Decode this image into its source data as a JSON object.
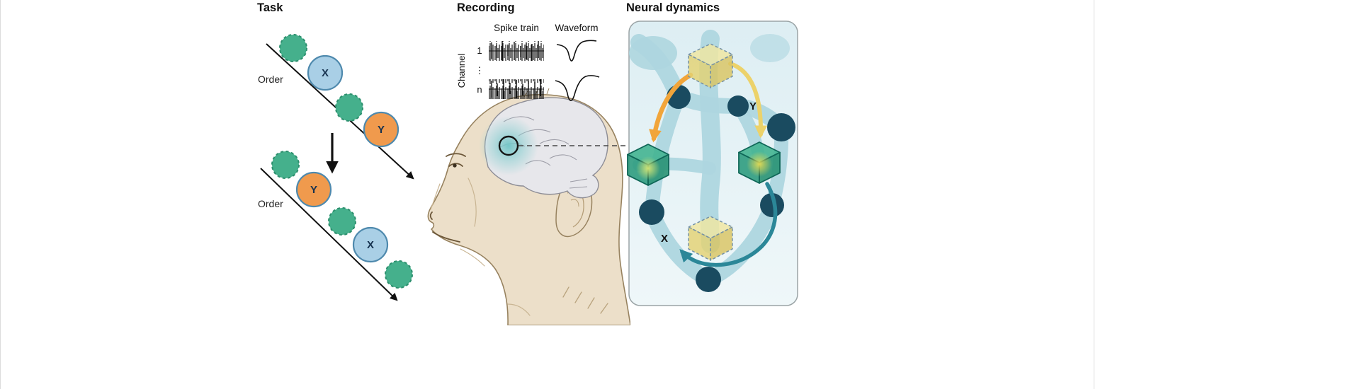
{
  "figure": {
    "panels": {
      "task": {
        "title": "Task",
        "order_label_top": "Order",
        "order_label_bottom": "Order",
        "item_x": "X",
        "item_y": "Y"
      },
      "recording": {
        "title": "Recording",
        "spike_train_label": "Spike train",
        "waveform_label": "Waveform",
        "channel_axis_label": "Channel",
        "channel_first": "1",
        "channel_ellipsis": "⋮",
        "channel_last": "n"
      },
      "neural_dynamics": {
        "title": "Neural dynamics",
        "state_x_label": "X",
        "state_y_label": "Y"
      }
    },
    "colors": {
      "green_item": "#45b08c",
      "green_item_border": "#2c8f6d",
      "blue_item": "#a9cfe6",
      "orange_item": "#f09a4d",
      "item_border_blue": "#4e89ad",
      "recording_glow": "#6fc4c6",
      "node_dark_teal": "#1a4b60",
      "ribbon_blue": "#aed6df",
      "panel_background": "#e7f2f5",
      "cube_yellow": "#eadd8d",
      "cube_green": "#2a9a7c",
      "arrow_orange": "#f1a53a",
      "arrow_yellow": "#ecd26a",
      "arrow_teal": "#2b8798",
      "monkey_skin": "#ecdfc9",
      "brain_gray": "#e7e7eb"
    }
  }
}
